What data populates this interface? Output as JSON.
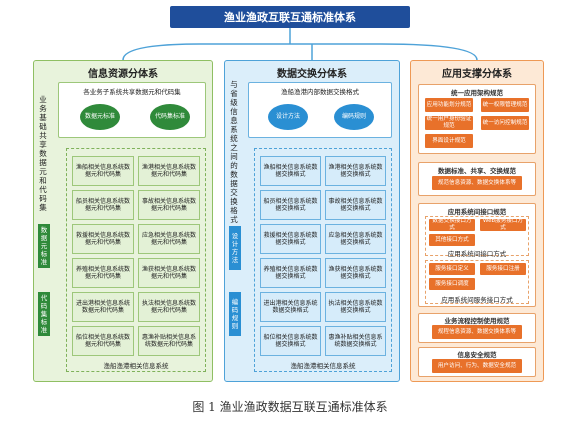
{
  "title": "渔业渔政互联互通标准体系",
  "caption": "图 1  渔业渔政数据互联互通标准体系",
  "info": {
    "title": "信息资源分体系",
    "side_label": "业务基础共享数据元和代码集",
    "top_box_title": "各业务子系统共享数据元和代码集",
    "ellipses": [
      "数据元标准",
      "代码集标准"
    ],
    "side_tags": [
      "数据元标准",
      "代码集标准"
    ],
    "cells": [
      "渔船相关信息系统数据元和代码集",
      "渔港相关信息系统数据元和代码集",
      "船员相关信息系统数据元和代码集",
      "事故相关信息系统数据元和代码集",
      "救援相关信息系统数据元和代码集",
      "应急相关信息系统数据元和代码集",
      "养殖相关信息系统数据元和代码集",
      "渔获相关信息系统数据元和代码集",
      "进出港相关信息系统数据元和代码集",
      "执法相关信息系统数据元和代码集",
      "船位相关信息系统数据元和代码集",
      "惠渔补贴相关信息系统数据元和代码集"
    ],
    "bottom_label": "渔船渔港相关信息系统"
  },
  "exchange": {
    "title": "数据交换分体系",
    "side_label": "与省级信息系统之间的数据交换格式",
    "top_box_title": "渔船渔港内部数据交换格式",
    "ellipses": [
      "设计方法",
      "编码规则"
    ],
    "side_tags": [
      "设计方法",
      "编码规则"
    ],
    "cells": [
      "渔船相关信息系统数据交换格式",
      "渔港相关信息系统数据交换格式",
      "船员相关信息系统数据交换格式",
      "事故相关信息系统数据交换格式",
      "救援相关信息系统数据交换格式",
      "应急相关信息系统数据交换格式",
      "养殖相关信息系统数据交换格式",
      "渔获相关信息系统数据交换格式",
      "进出港相关信息系统数据交换格式",
      "执法相关信息系统数据交换格式",
      "船位相关信息系统数据交换格式",
      "惠渔补贴相关信息系统数据交换格式"
    ],
    "bottom_label": "渔船渔港相关信息系统"
  },
  "support": {
    "title": "应用支撑分体系",
    "arch": {
      "head": "统一应用架构规范",
      "items": [
        "应用功能划分规范",
        "统一权限管理规范",
        "统一用户身份验证规范",
        "统一访问控制规范",
        "界面设计规范"
      ]
    },
    "dataexchange": {
      "head": "数据标准、共享、交换规范",
      "items": [
        "规范信息资源、数据交换体系等"
      ]
    },
    "interface": {
      "head": "应用系统间接口规范",
      "items": [
        "数据交换接口方式",
        "Web服务接口方式",
        "其他接口方式"
      ],
      "sub1": "应用系统间接口方式",
      "items2": [
        "服务接口定义",
        "服务接口注册",
        "服务接口调度"
      ],
      "sub2": "应用系统间服务接口方式"
    },
    "workflow": {
      "head": "业务流程控制使用规范",
      "items": [
        "规程信息资源、数据交换体系等"
      ]
    },
    "security": {
      "head": "信息安全规范",
      "items": [
        "用户访问、行为、数据安全规范"
      ]
    }
  }
}
